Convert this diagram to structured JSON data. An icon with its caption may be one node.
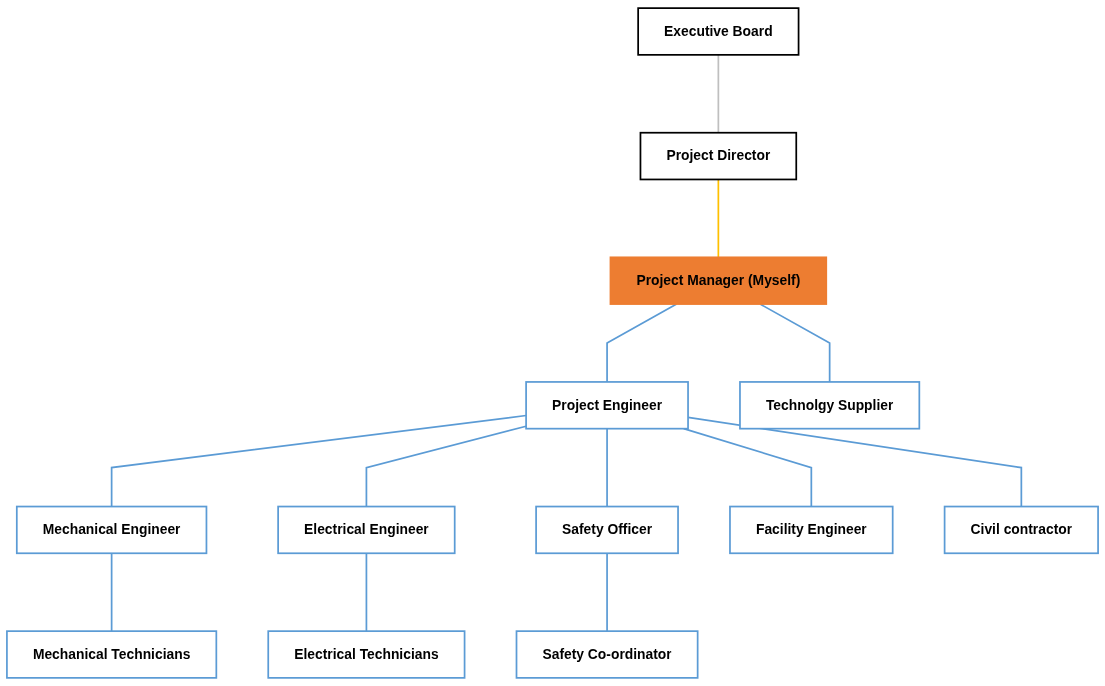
{
  "diagram": {
    "nodes": [
      {
        "text": [
          "Executive Board"
        ]
      },
      {
        "text": [
          "Project Director"
        ]
      },
      {
        "text": [
          "Project Manager (Myself)"
        ]
      },
      {
        "text": [
          "Project Engineer"
        ]
      },
      {
        "text": [
          "Technolgy Supplier"
        ]
      },
      {
        "text": [
          "Mechanical Engineer"
        ]
      },
      {
        "text": [
          "Electrical Engineer"
        ]
      },
      {
        "text": [
          "Safety Officer"
        ]
      },
      {
        "text": [
          "Facility Engineer"
        ]
      },
      {
        "text": [
          "Civil contractor"
        ]
      },
      {
        "text": [
          "Mechanical Technicians"
        ]
      },
      {
        "text": [
          "Electrical Technicians"
        ]
      },
      {
        "text": [
          "Safety Co-ordinator"
        ]
      }
    ],
    "edges": [
      {
        "from": 0,
        "to": 1,
        "arrow": "none",
        "color": "#bfbfbf"
      },
      {
        "from": 1,
        "to": 2,
        "arrow": "none",
        "color": "#ffc000"
      },
      {
        "from": 2,
        "to": 3,
        "arrow": "none"
      },
      {
        "from": 2,
        "to": 4,
        "arrow": "none"
      },
      {
        "from": 3,
        "to": 5,
        "arrow": "none"
      },
      {
        "from": 3,
        "to": 6,
        "arrow": "none"
      },
      {
        "from": 3,
        "to": 7,
        "arrow": "none"
      },
      {
        "from": 3,
        "to": 8,
        "arrow": "none"
      },
      {
        "from": 3,
        "to": 9,
        "arrow": "none"
      },
      {
        "from": 5,
        "to": 10,
        "arrow": "none"
      },
      {
        "from": 6,
        "to": 11,
        "arrow": "none"
      },
      {
        "from": 7,
        "to": 12,
        "arrow": "none"
      }
    ]
  }
}
